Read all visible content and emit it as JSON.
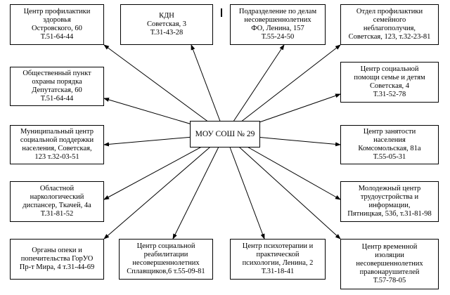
{
  "center": {
    "lines": [
      "МОУ СОШ № 29"
    ]
  },
  "nodes": [
    {
      "id": "profilaktiki-zdorovya",
      "lines": [
        "Центр профилактики",
        "здоровья",
        "Островского, 60",
        "Т.51-64-44"
      ]
    },
    {
      "id": "kdn",
      "lines": [
        "КДН",
        "Советская, 3",
        "Т.31-43-28"
      ]
    },
    {
      "id": "podrazdelenie-pdn",
      "lines": [
        "Подразделение по делам",
        "несовершеннолетних",
        "ФО, Ленина, 157",
        "Т.55-24-50"
      ]
    },
    {
      "id": "otdel-profilaktiki",
      "lines": [
        "Отдел профилактики",
        "семейного",
        "неблагополучия,",
        "Советская, 123, т.32-23-81"
      ]
    },
    {
      "id": "obshchestvenny-punkt",
      "lines": [
        "Общественный пункт",
        "охраны порядка",
        "Депутатская, 60",
        "Т.51-64-44"
      ]
    },
    {
      "id": "socialnoj-pomoshchi",
      "lines": [
        "Центр социальной",
        "помощи семье и детям",
        "Советская, 4",
        "Т.31-52-78"
      ]
    },
    {
      "id": "municipalny-centr",
      "lines": [
        "Муниципальный центр",
        "социальной поддержки",
        "населения, Советская,",
        "123 т.32-03-51"
      ]
    },
    {
      "id": "centr-zanyatosti",
      "lines": [
        "Центр занятости",
        "населения",
        "Комсомольская, 81а",
        "Т.55-05-31"
      ]
    },
    {
      "id": "narkologichesky-dispanser",
      "lines": [
        "Областной",
        "наркологический",
        "диспансер, Ткачей, 4а",
        "Т.31-81-52"
      ]
    },
    {
      "id": "molodezhny-centr",
      "lines": [
        "Молодежный центр",
        "трудоустройства и",
        "информации,",
        "Пятницкая, 53б, т.31-81-98"
      ]
    },
    {
      "id": "organy-opeki",
      "lines": [
        "Органы опеки и",
        "попечительства ГорУО",
        "Пр-т Мира, 4 т.31-44-69"
      ]
    },
    {
      "id": "centr-reabilitacii",
      "lines": [
        "Центр социальной",
        "реабилитации",
        "несовершеннолетних",
        "Сплавщиков,6 т.55-09-81"
      ]
    },
    {
      "id": "centr-psihoterapii",
      "lines": [
        "Центр психотерапии и",
        "практической",
        "психологии, Ленина, 2",
        "Т.31-18-41"
      ]
    },
    {
      "id": "centr-vremennoj-izolyacii",
      "lines": [
        "Центр временной",
        "изоляции",
        "несовершеннолетних",
        "правонарушителей",
        "Т.57-78-05"
      ]
    }
  ],
  "colors": {
    "line": "#000000",
    "box_border": "#000000",
    "background": "#ffffff"
  }
}
